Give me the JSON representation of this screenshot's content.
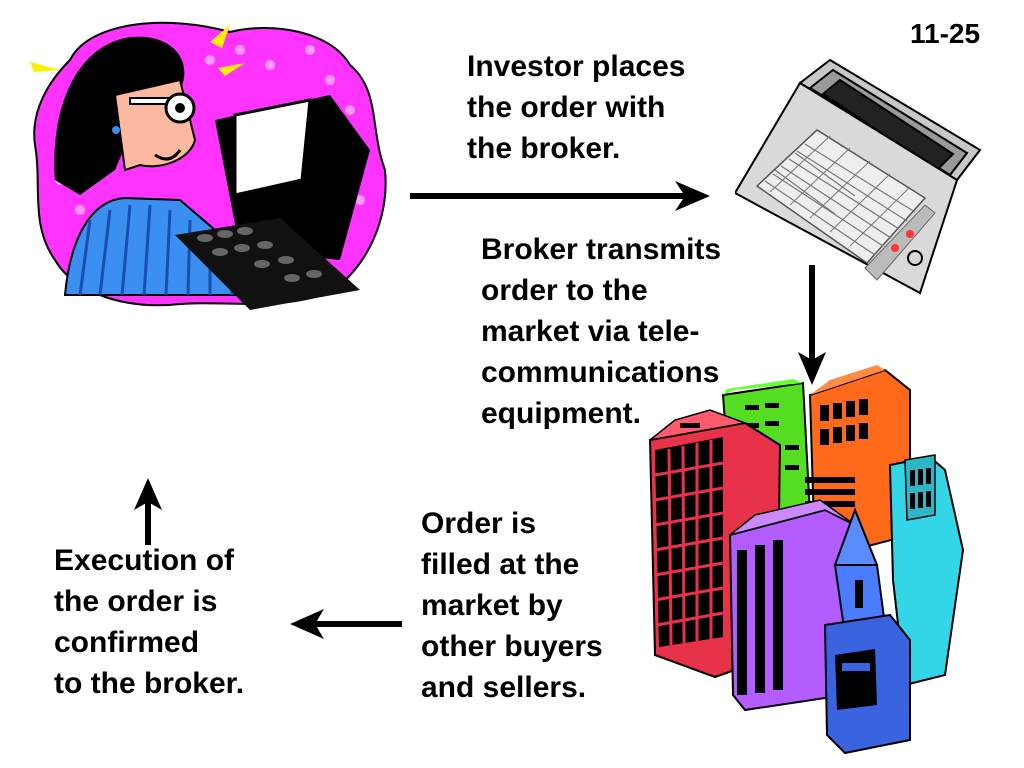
{
  "slide": {
    "number": "11-25"
  },
  "steps": [
    {
      "text": "Investor places\nthe order with\nthe broker."
    },
    {
      "text": "Broker transmits\norder to the\nmarket via tele-\ncommunications\nequipment."
    },
    {
      "text": "Order is\nfilled at the\nmarket by\nother buyers\nand sellers."
    },
    {
      "text": "Execution of\nthe order is\nconfirmed\nto the broker."
    }
  ],
  "arrows": [
    "arrow-right",
    "arrow-down",
    "arrow-left",
    "arrow-up"
  ],
  "clipart": [
    "investor-at-computer-icon",
    "laptop-icon",
    "city-buildings-icon"
  ],
  "colors": {
    "background": "#ffffff",
    "text": "#000000",
    "magenta_blob": "#ff33ff",
    "shirt_blue": "#3b8ff0",
    "building_red": "#e8324a",
    "building_orange": "#ff6a1a",
    "building_green": "#66ff33",
    "building_purple": "#b35cff",
    "building_blue": "#4a7cff",
    "building_cyan": "#33d6e6"
  }
}
